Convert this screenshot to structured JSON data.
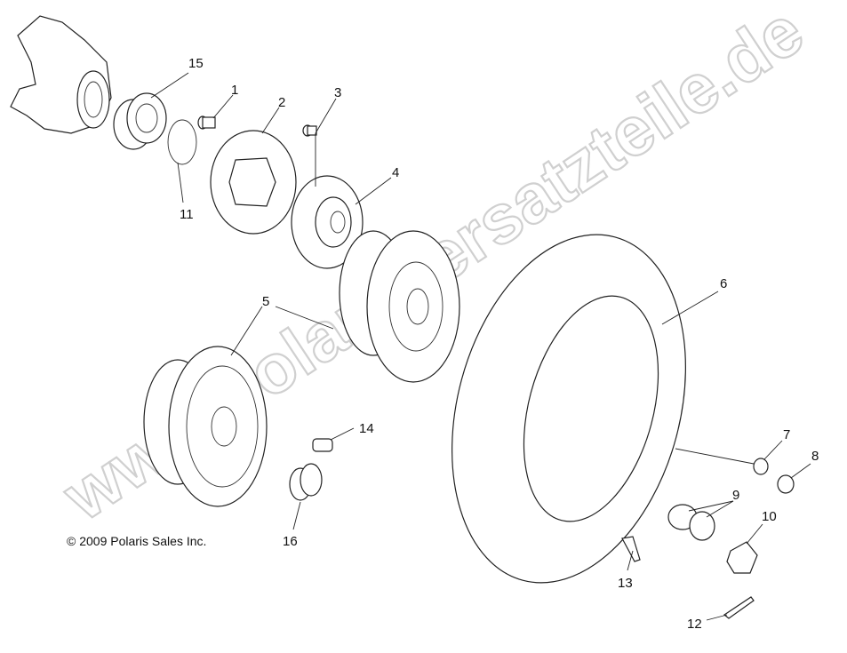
{
  "copyright": "© 2009 Polaris Sales Inc.",
  "watermark": "www.polaris-ersatzteile.de",
  "callouts": {
    "c1": "1",
    "c2": "2",
    "c3": "3",
    "c4": "4",
    "c5": "5",
    "c6": "6",
    "c7": "7",
    "c8": "8",
    "c9": "9",
    "c10": "10",
    "c11": "11",
    "c12": "12",
    "c13": "13",
    "c14": "14",
    "c15": "15",
    "c16": "16"
  }
}
